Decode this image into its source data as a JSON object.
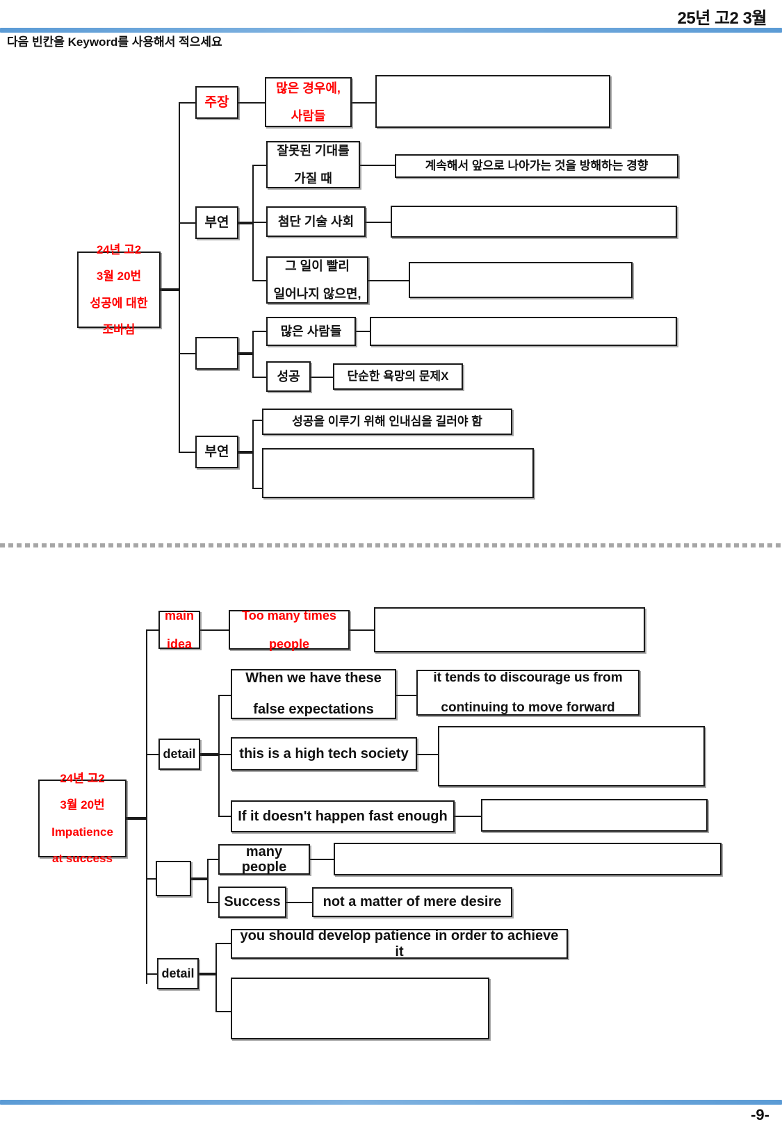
{
  "header": {
    "title": "25년 고2 3월",
    "instruction": "다음 빈칸을 Keyword를 사용해서 적으세요"
  },
  "footer": {
    "page": "-9-"
  },
  "top_map": {
    "root": "24년 고2\n3월 20번\n성공에 대한\n조바심",
    "root_lines": [
      "24년 고2",
      "3월 20번",
      "성공에 대한",
      "조바심"
    ],
    "branches": [
      {
        "label": "주장",
        "label_color": "#ff0000",
        "children": [
          {
            "text_lines": [
              "많은 경우에,",
              "사람들"
            ],
            "color": "#ff0000",
            "tail": ""
          }
        ]
      },
      {
        "label": "부연",
        "label_color": "#111111",
        "children": [
          {
            "text_lines": [
              "잘못된 기대를",
              "가질 때"
            ],
            "color": "#111111",
            "tail": "계속해서 앞으로 나아가는 것을 방해하는 경향"
          },
          {
            "text_lines": [
              "첨단 기술 사회"
            ],
            "color": "#111111",
            "tail": ""
          },
          {
            "text_lines": [
              "그 일이 빨리",
              "일어나지 않으면,"
            ],
            "color": "#111111",
            "tail": ""
          }
        ]
      },
      {
        "label": "",
        "label_color": "#111111",
        "children": [
          {
            "text_lines": [
              "많은 사람들"
            ],
            "color": "#111111",
            "tail": ""
          },
          {
            "text_lines": [
              "성공"
            ],
            "color": "#111111",
            "tail": "단순한 욕망의 문제X"
          }
        ]
      },
      {
        "label": "부연",
        "label_color": "#111111",
        "children": [
          {
            "text_lines": [
              "성공을 이루기 위해 인내심을 길러야 함"
            ],
            "color": "#111111",
            "tail": ""
          },
          {
            "text_lines": [
              ""
            ],
            "color": "#111111",
            "tail": ""
          }
        ]
      }
    ]
  },
  "bottom_map": {
    "root_lines": [
      "24년 고2",
      "3월 20번",
      "Impatience",
      "at success"
    ],
    "branches": [
      {
        "label_lines": [
          "main",
          "idea"
        ],
        "label_color": "#ff0000",
        "children": [
          {
            "text_lines": [
              "Too many times",
              "people"
            ],
            "color": "#ff0000",
            "tail": ""
          }
        ]
      },
      {
        "label_lines": [
          "detail"
        ],
        "label_color": "#111111",
        "children": [
          {
            "text_lines": [
              "When we have these",
              "false expectations"
            ],
            "color": "#111111",
            "tail_lines": [
              "it tends to discourage us from",
              "continuing to move forward"
            ]
          },
          {
            "text_lines": [
              "this is a high tech society"
            ],
            "color": "#111111",
            "tail_lines": []
          },
          {
            "text_lines": [
              "If it doesn't happen fast enough"
            ],
            "color": "#111111",
            "tail_lines": []
          }
        ]
      },
      {
        "label_lines": [
          ""
        ],
        "label_color": "#111111",
        "children": [
          {
            "text_lines": [
              "many people"
            ],
            "color": "#111111",
            "tail_lines": []
          },
          {
            "text_lines": [
              "Success"
            ],
            "color": "#111111",
            "tail_lines": [
              "not a matter of mere desire"
            ]
          }
        ]
      },
      {
        "label_lines": [
          "detail"
        ],
        "label_color": "#111111",
        "children": [
          {
            "text_lines": [
              "you should develop patience in order to achieve it"
            ],
            "color": "#111111",
            "tail_lines": []
          },
          {
            "text_lines": [
              ""
            ],
            "color": "#111111",
            "tail_lines": []
          }
        ]
      }
    ]
  },
  "t": {
    "b1": "주장",
    "b2": "부연",
    "b3": "",
    "b4": "부연",
    "n1a": "많은 경우에,",
    "n1b": "사람들",
    "n2a": "잘못된 기대를",
    "n2b": "가질 때",
    "n2tail": "계속해서 앞으로 나아가는 것을 방해하는 경향",
    "n3": "첨단 기술 사회",
    "n4a": "그 일이 빨리",
    "n4b": "일어나지 않으면,",
    "n5": "많은 사람들",
    "n6": "성공",
    "n6tail": "단순한 욕망의 문제X",
    "n7": "성공을 이루기 위해 인내심을 길러야 함",
    "r1": "24년 고2",
    "r2": "3월 20번",
    "r3": "성공에 대한",
    "r4": "조바심"
  },
  "e": {
    "b1a": "main",
    "b1b": "idea",
    "b2": "detail",
    "b3": "",
    "b4": "detail",
    "n1a": "Too many times",
    "n1b": "people",
    "n2a": "When we have these",
    "n2b": "false expectations",
    "n2ta": "it tends to discourage us from",
    "n2tb": "continuing to move forward",
    "n3": "this is a high tech society",
    "n4": "If it doesn't happen fast enough",
    "n5": "many people",
    "n6": "Success",
    "n6tail": "not a matter of mere desire",
    "n7": "you should develop patience in order to achieve it",
    "r1": "24년 고2",
    "r2": "3월 20번",
    "r3": "Impatience",
    "r4": "at success"
  }
}
